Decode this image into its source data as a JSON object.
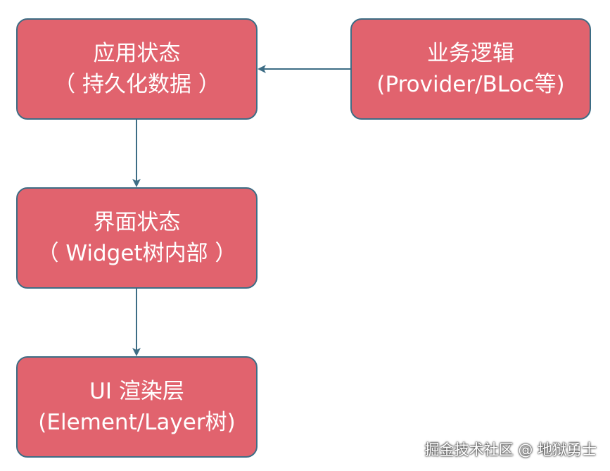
{
  "nodes": {
    "app_state": {
      "line1": "应用状态",
      "line2": "（ 持久化数据 ）"
    },
    "biz_logic": {
      "line1": "业务逻辑",
      "line2": "(Provider/BLoc等)"
    },
    "ui_state": {
      "line1": "界面状态",
      "line2": "（ Widget树内部 ）"
    },
    "render_layer": {
      "line1": "UI 渲染层",
      "line2": "(Element/Layer树)"
    }
  },
  "watermark": "掘金技术社区 @ 地狱勇士",
  "colors": {
    "node_fill": "#e1636e",
    "node_border": "#3d6d85",
    "edge": "#3d6d85",
    "text": "#ffffff"
  }
}
